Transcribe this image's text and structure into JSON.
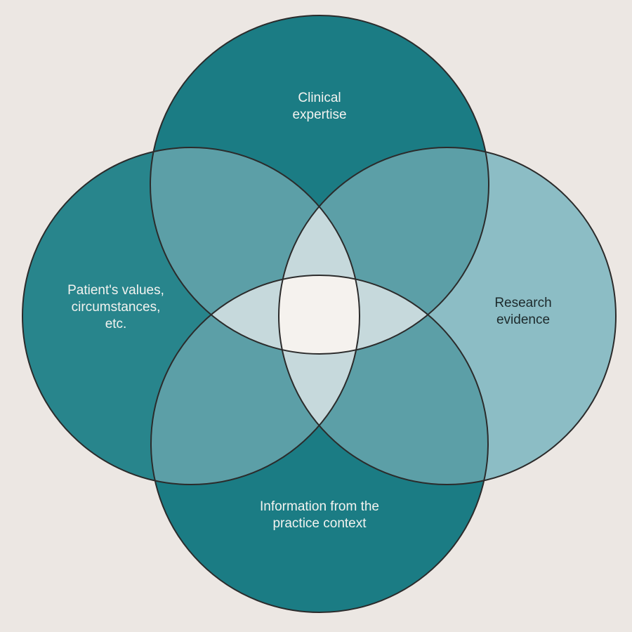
{
  "diagram": {
    "type": "four-circle venn",
    "circles": [
      {
        "id": "top",
        "label": "Clinical expertise",
        "lines": [
          "Clinical",
          "expertise"
        ],
        "color": "#1b7c84"
      },
      {
        "id": "left",
        "label": "Patient's values, circumstances, etc.",
        "lines": [
          "Patient's values,",
          "circumstances,",
          "etc."
        ],
        "color": "#28858c"
      },
      {
        "id": "right",
        "label": "Research evidence",
        "lines": [
          "Research",
          "evidence"
        ],
        "color": "#8cbdc5"
      },
      {
        "id": "bottom",
        "label": "Information from the practice context",
        "lines": [
          "Information from the",
          "practice context"
        ],
        "color": "#1b7c84"
      }
    ],
    "colors": {
      "pair": "#5c9fa7",
      "triple": "#c6d9dc",
      "center": "#f5f2ee",
      "stroke": "#2b2b2b"
    }
  }
}
